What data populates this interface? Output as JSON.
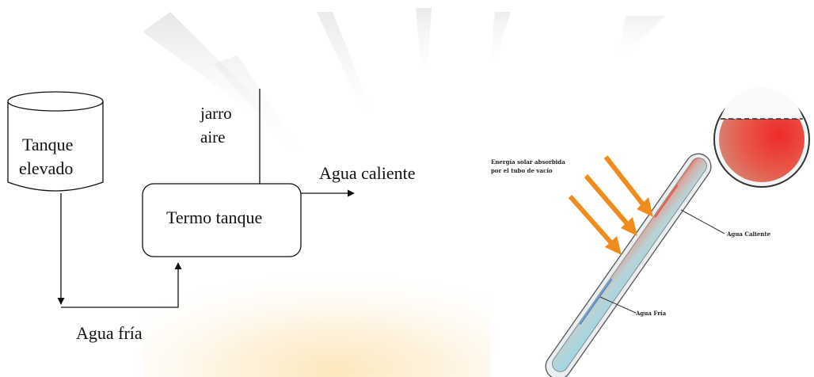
{
  "flow_diagram": {
    "tank_line1": "Tanque",
    "tank_line2": "elevado",
    "vent_line1": "jarro",
    "vent_line2": "aire",
    "hot_water": "Agua caliente",
    "thermo_tank": "Termo tanque",
    "cold_water": "Agua fría"
  },
  "tube_illustration": {
    "solar_energy_line1": "Energía solar absorbida",
    "solar_energy_line2": "por el tubo de vacío",
    "hot_water": "Agua Caliente",
    "cold_water": "Agua Fría"
  },
  "colors": {
    "line": "#111111",
    "arrow_orange": "#f08c1e",
    "tank_red": "#e53935",
    "tube_blue": "#a9dce8",
    "hot_red": "#e8584a"
  }
}
